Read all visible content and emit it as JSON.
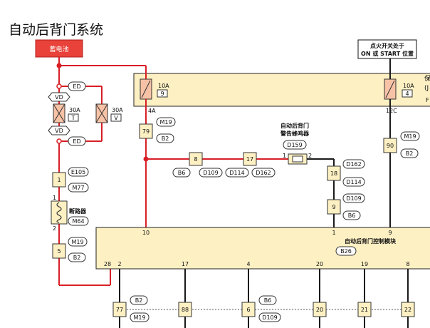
{
  "title": "自动后背门系统",
  "battery": {
    "label": "蓄电池"
  },
  "ignition": {
    "line1": "点火开关处于",
    "line2": "ON 或 START 位置"
  },
  "fuse_box": {
    "side_label_top": "保",
    "side_label_mid": "(J",
    "side_label_bot": "F"
  },
  "fuse_left": {
    "rating": "10A",
    "number": "9",
    "pin": "4A"
  },
  "fuse_right": {
    "rating": "10A",
    "number": "4",
    "pin": "12C"
  },
  "link_fuses": {
    "tag_top": "ED",
    "tag_bottom": "ED",
    "vd_top": "VD",
    "vd_bottom": "VD",
    "fuse_a_rating": "30A",
    "fuse_a_letter": "T",
    "fuse_b_rating": "30A",
    "fuse_b_letter": "V"
  },
  "connectors": {
    "c1": {
      "num": "1",
      "tags": [
        "E105",
        "M77"
      ]
    },
    "c5": {
      "num": "5",
      "tags": [
        "M19",
        "B2"
      ]
    },
    "c79": {
      "num": "79",
      "tags": [
        "M19",
        "B2"
      ]
    },
    "c8": {
      "num": "8"
    },
    "c17": {
      "num": "17"
    },
    "c90": {
      "num": "90",
      "tags": [
        "M19",
        "B2"
      ]
    },
    "c18": {
      "num": "18",
      "tags": [
        "D162",
        "D114"
      ]
    },
    "c9": {
      "num": "9",
      "tags": [
        "D109",
        "B6"
      ]
    },
    "splice_tags": [
      "B6",
      "D109",
      "D114",
      "D162"
    ],
    "c77": {
      "num": "77",
      "tags": [
        "B2",
        "M19"
      ]
    },
    "c88": {
      "num": "88"
    },
    "c6": {
      "num": "6",
      "tags": [
        "B6",
        "D109"
      ]
    },
    "c20": {
      "num": "20"
    },
    "c21": {
      "num": "21"
    },
    "c22": {
      "num": "22"
    }
  },
  "breaker": {
    "label": "断路器",
    "tag": "M64",
    "pin_top": "1",
    "pin_bottom": "2"
  },
  "buzzer": {
    "line1": "自动后背门",
    "line2": "警告蜂鸣器",
    "tag": "D159",
    "pin_left": "1",
    "pin_right": "2"
  },
  "module": {
    "label": "自动后背门控制模块",
    "tag": "B26",
    "top_pins": {
      "left": "10",
      "mid": "1",
      "right": "9"
    },
    "bottom_pins": [
      "28",
      "2",
      "17",
      "4",
      "20",
      "19",
      "8"
    ]
  },
  "colors": {
    "wire_red": "#d81f26",
    "wire_black": "#1a1a1a",
    "box_fill": "#fdf0c3",
    "battery_fill": "#e8423a"
  }
}
